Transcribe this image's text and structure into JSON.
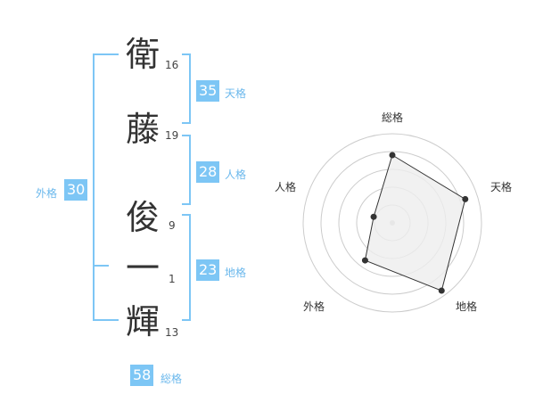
{
  "name": {
    "chars": [
      {
        "char": "衛",
        "strokes": "16"
      },
      {
        "char": "藤",
        "strokes": "19"
      },
      {
        "char": "俊",
        "strokes": "9"
      },
      {
        "char": "一",
        "strokes": "1"
      },
      {
        "char": "輝",
        "strokes": "13"
      }
    ]
  },
  "fortunes": {
    "tenkaku": {
      "label": "天格",
      "value": "35"
    },
    "jinkaku": {
      "label": "人格",
      "value": "28"
    },
    "chikaku": {
      "label": "地格",
      "value": "23"
    },
    "gaikaku": {
      "label": "外格",
      "value": "30"
    },
    "soukaku": {
      "label": "総格",
      "value": "58"
    }
  },
  "radar": {
    "axes": [
      "総格",
      "天格",
      "地格",
      "外格",
      "人格"
    ],
    "values": [
      3.8,
      4.3,
      4.7,
      2.6,
      1.1
    ],
    "max": 5,
    "rings": 5
  },
  "colors": {
    "accent": "#7dc6f5",
    "accent_text": "#6bb8ec",
    "radar_fill": "#eeeeee",
    "radar_stroke": "#333333"
  }
}
